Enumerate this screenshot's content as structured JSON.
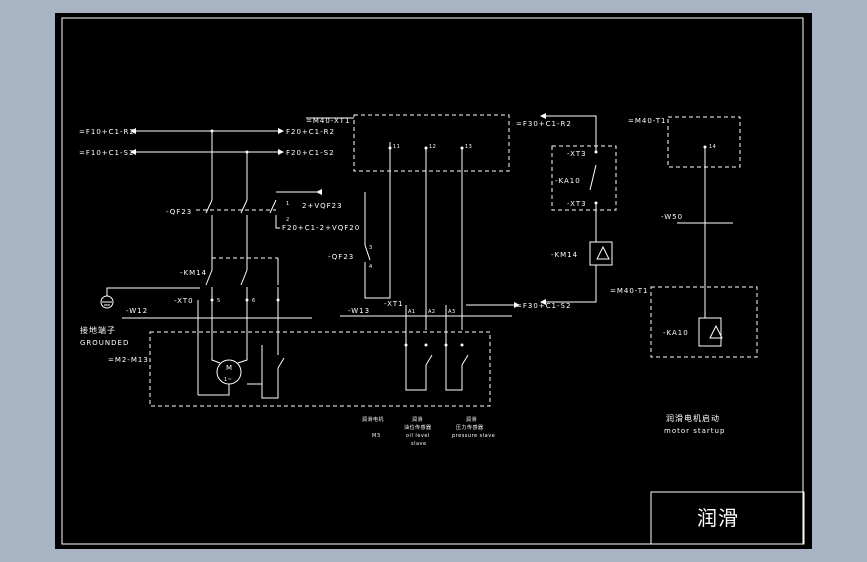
{
  "colors": {
    "background": "#a8b4c4",
    "canvas": "#000000",
    "ink": "#ffffff"
  },
  "title_block": {
    "title": "润滑"
  },
  "terminals": {
    "f10_r2": "=F10+C1-R2",
    "f10_s2": "=F10+C1-S2",
    "f20_r2": "F20+C1-R2",
    "f20_s2": "F20+C1-S2",
    "m40_xt1": "=M40-XT1",
    "f30_r2": "=F30+C1-R2",
    "f30_s2": "=F30+C1-S2",
    "m40_t1_top": "=M40-T1",
    "m40_t1_bottom": "=M40-T1",
    "vqf23": "2+VQF23",
    "f20_vqf20": "F20+C1-2+VQF20",
    "m2_m13": "=M2-M13"
  },
  "devices": {
    "qf23_left": "-QF23",
    "qf23_mid": "-QF23",
    "km14_left": "-KM14",
    "xt0": "-XT0",
    "xt1": "-XT1",
    "xt3_top": "-XT3",
    "ka10_mid": "-KA10",
    "xt3_bottom": "-XT3",
    "km14_coil": "-KM14",
    "ka10_coil": "-KA10",
    "motor_m": "M",
    "motor_phase": "1~"
  },
  "cables": {
    "w12": "-W12",
    "w13": "-W13",
    "w50": "-W50"
  },
  "ground": {
    "label_cn": "接地端子",
    "label_en": "GROUNDED"
  },
  "captions": {
    "c1_cn": "润滑电机",
    "c1_sub": "M3",
    "c2_cn": "润滑",
    "c2_cn2": "油位传感器",
    "c2_en": "oil level",
    "c2_en2": "slave",
    "c3_cn": "润滑",
    "c3_cn2": "压力传感器",
    "c3_en": "pressure slave",
    "motor_cn": "润滑电机启动",
    "motor_en": "motor startup"
  },
  "pins": {
    "p1": "1",
    "p2": "2",
    "p3": "3",
    "p4": "4",
    "p5": "5",
    "p6": "6",
    "p11": "11",
    "p12": "12",
    "p13": "13",
    "p14": "14",
    "pa1": "A1",
    "pa2": "A2",
    "pa3": "A3"
  }
}
